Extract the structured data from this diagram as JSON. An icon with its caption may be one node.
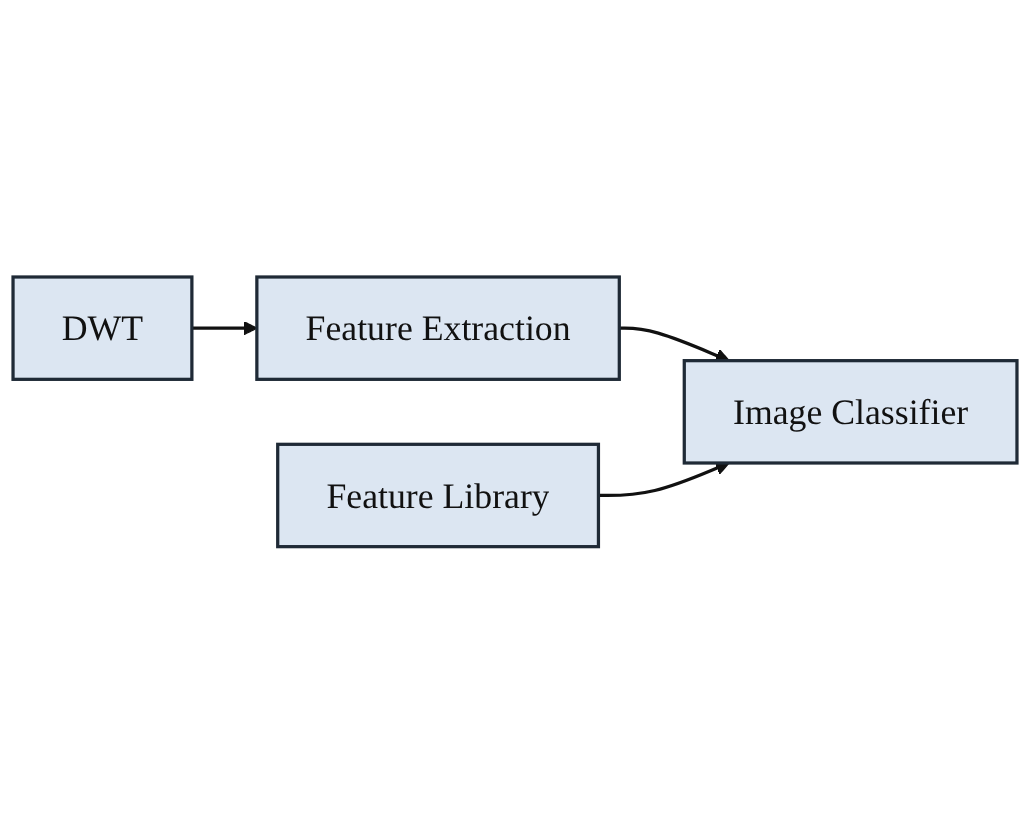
{
  "diagram": {
    "nodes": [
      {
        "text": [
          "DWT"
        ]
      },
      {
        "text": [
          "Feature Extraction"
        ]
      },
      {
        "text": [
          "Image Classifier"
        ]
      },
      {
        "text": [
          "Feature Library"
        ]
      }
    ],
    "edges": [
      {
        "from": 0,
        "to": 1,
        "arrow": "to"
      },
      {
        "from": 1,
        "to": 2,
        "arrow": "to"
      },
      {
        "from": 3,
        "to": 2,
        "arrow": "to"
      }
    ]
  }
}
